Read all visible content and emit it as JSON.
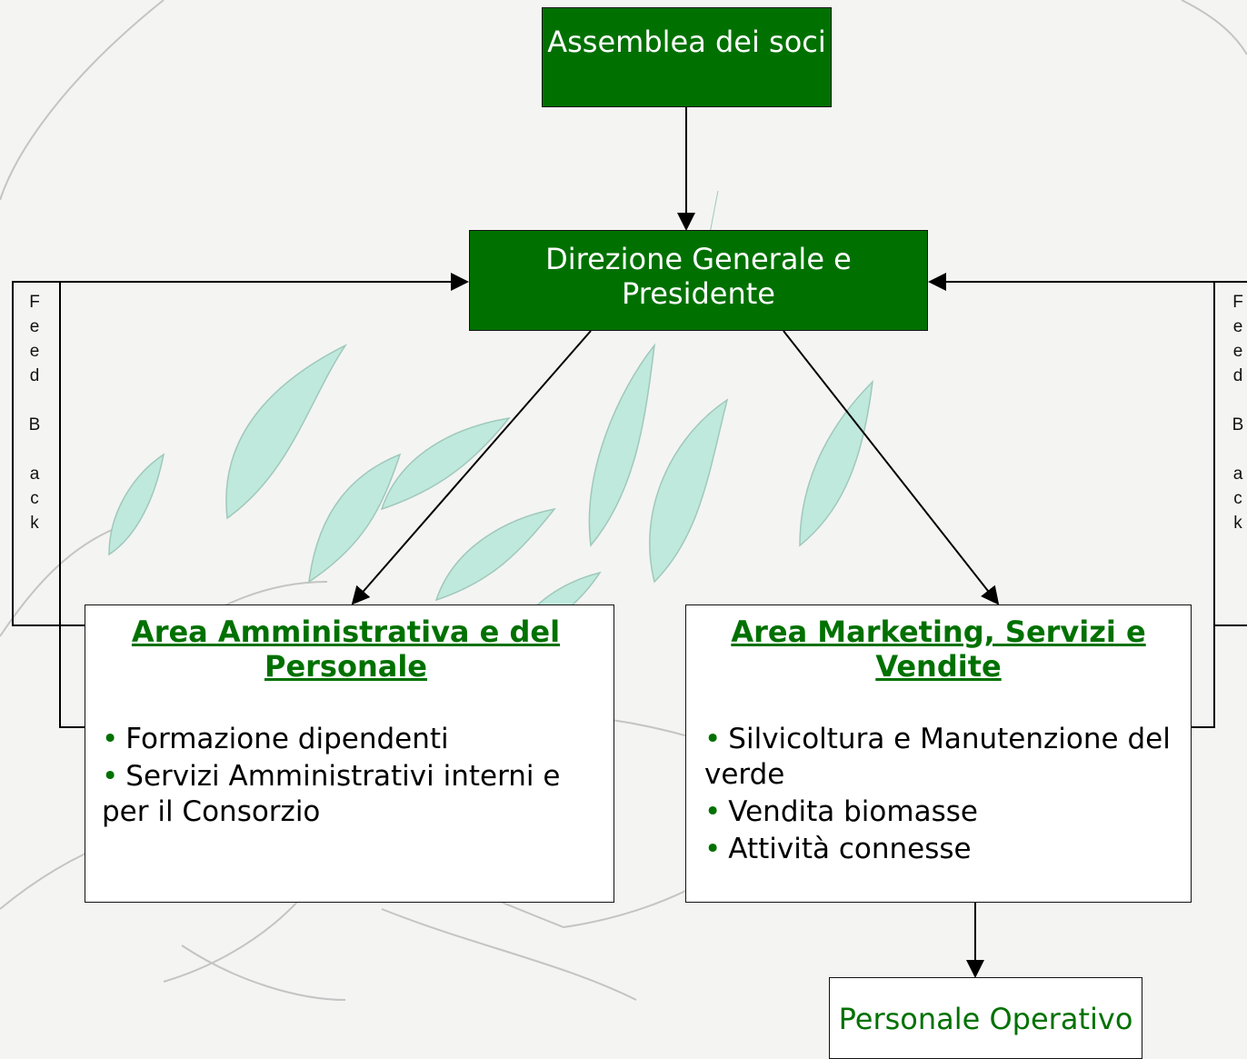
{
  "boxes": {
    "assemblea": "Assemblea dei soci",
    "direzione": "Direzione Generale e Presidente",
    "admin": {
      "title": "Area Amministrativa e del Personale",
      "items": [
        "Formazione dipendenti",
        "Servizi Amministrativi interni e per il Consorzio"
      ]
    },
    "marketing": {
      "title": "Area Marketing, Servizi e Vendite",
      "items": [
        "Silvicoltura e Manutenzione del verde",
        "Vendita biomasse",
        "Attività connesse"
      ]
    },
    "operativo": "Personale Operativo"
  },
  "feedback": {
    "left": [
      "F",
      "e",
      "e",
      "d",
      "",
      "B",
      "",
      "a",
      "c",
      "k"
    ],
    "right": [
      "F",
      "e",
      "e",
      "d",
      "",
      "B",
      "",
      "a",
      "c",
      "k"
    ]
  },
  "colors": {
    "accent_green": "#007100",
    "leaf": "#bfe9dc",
    "sketch": "#b8b8b8"
  }
}
